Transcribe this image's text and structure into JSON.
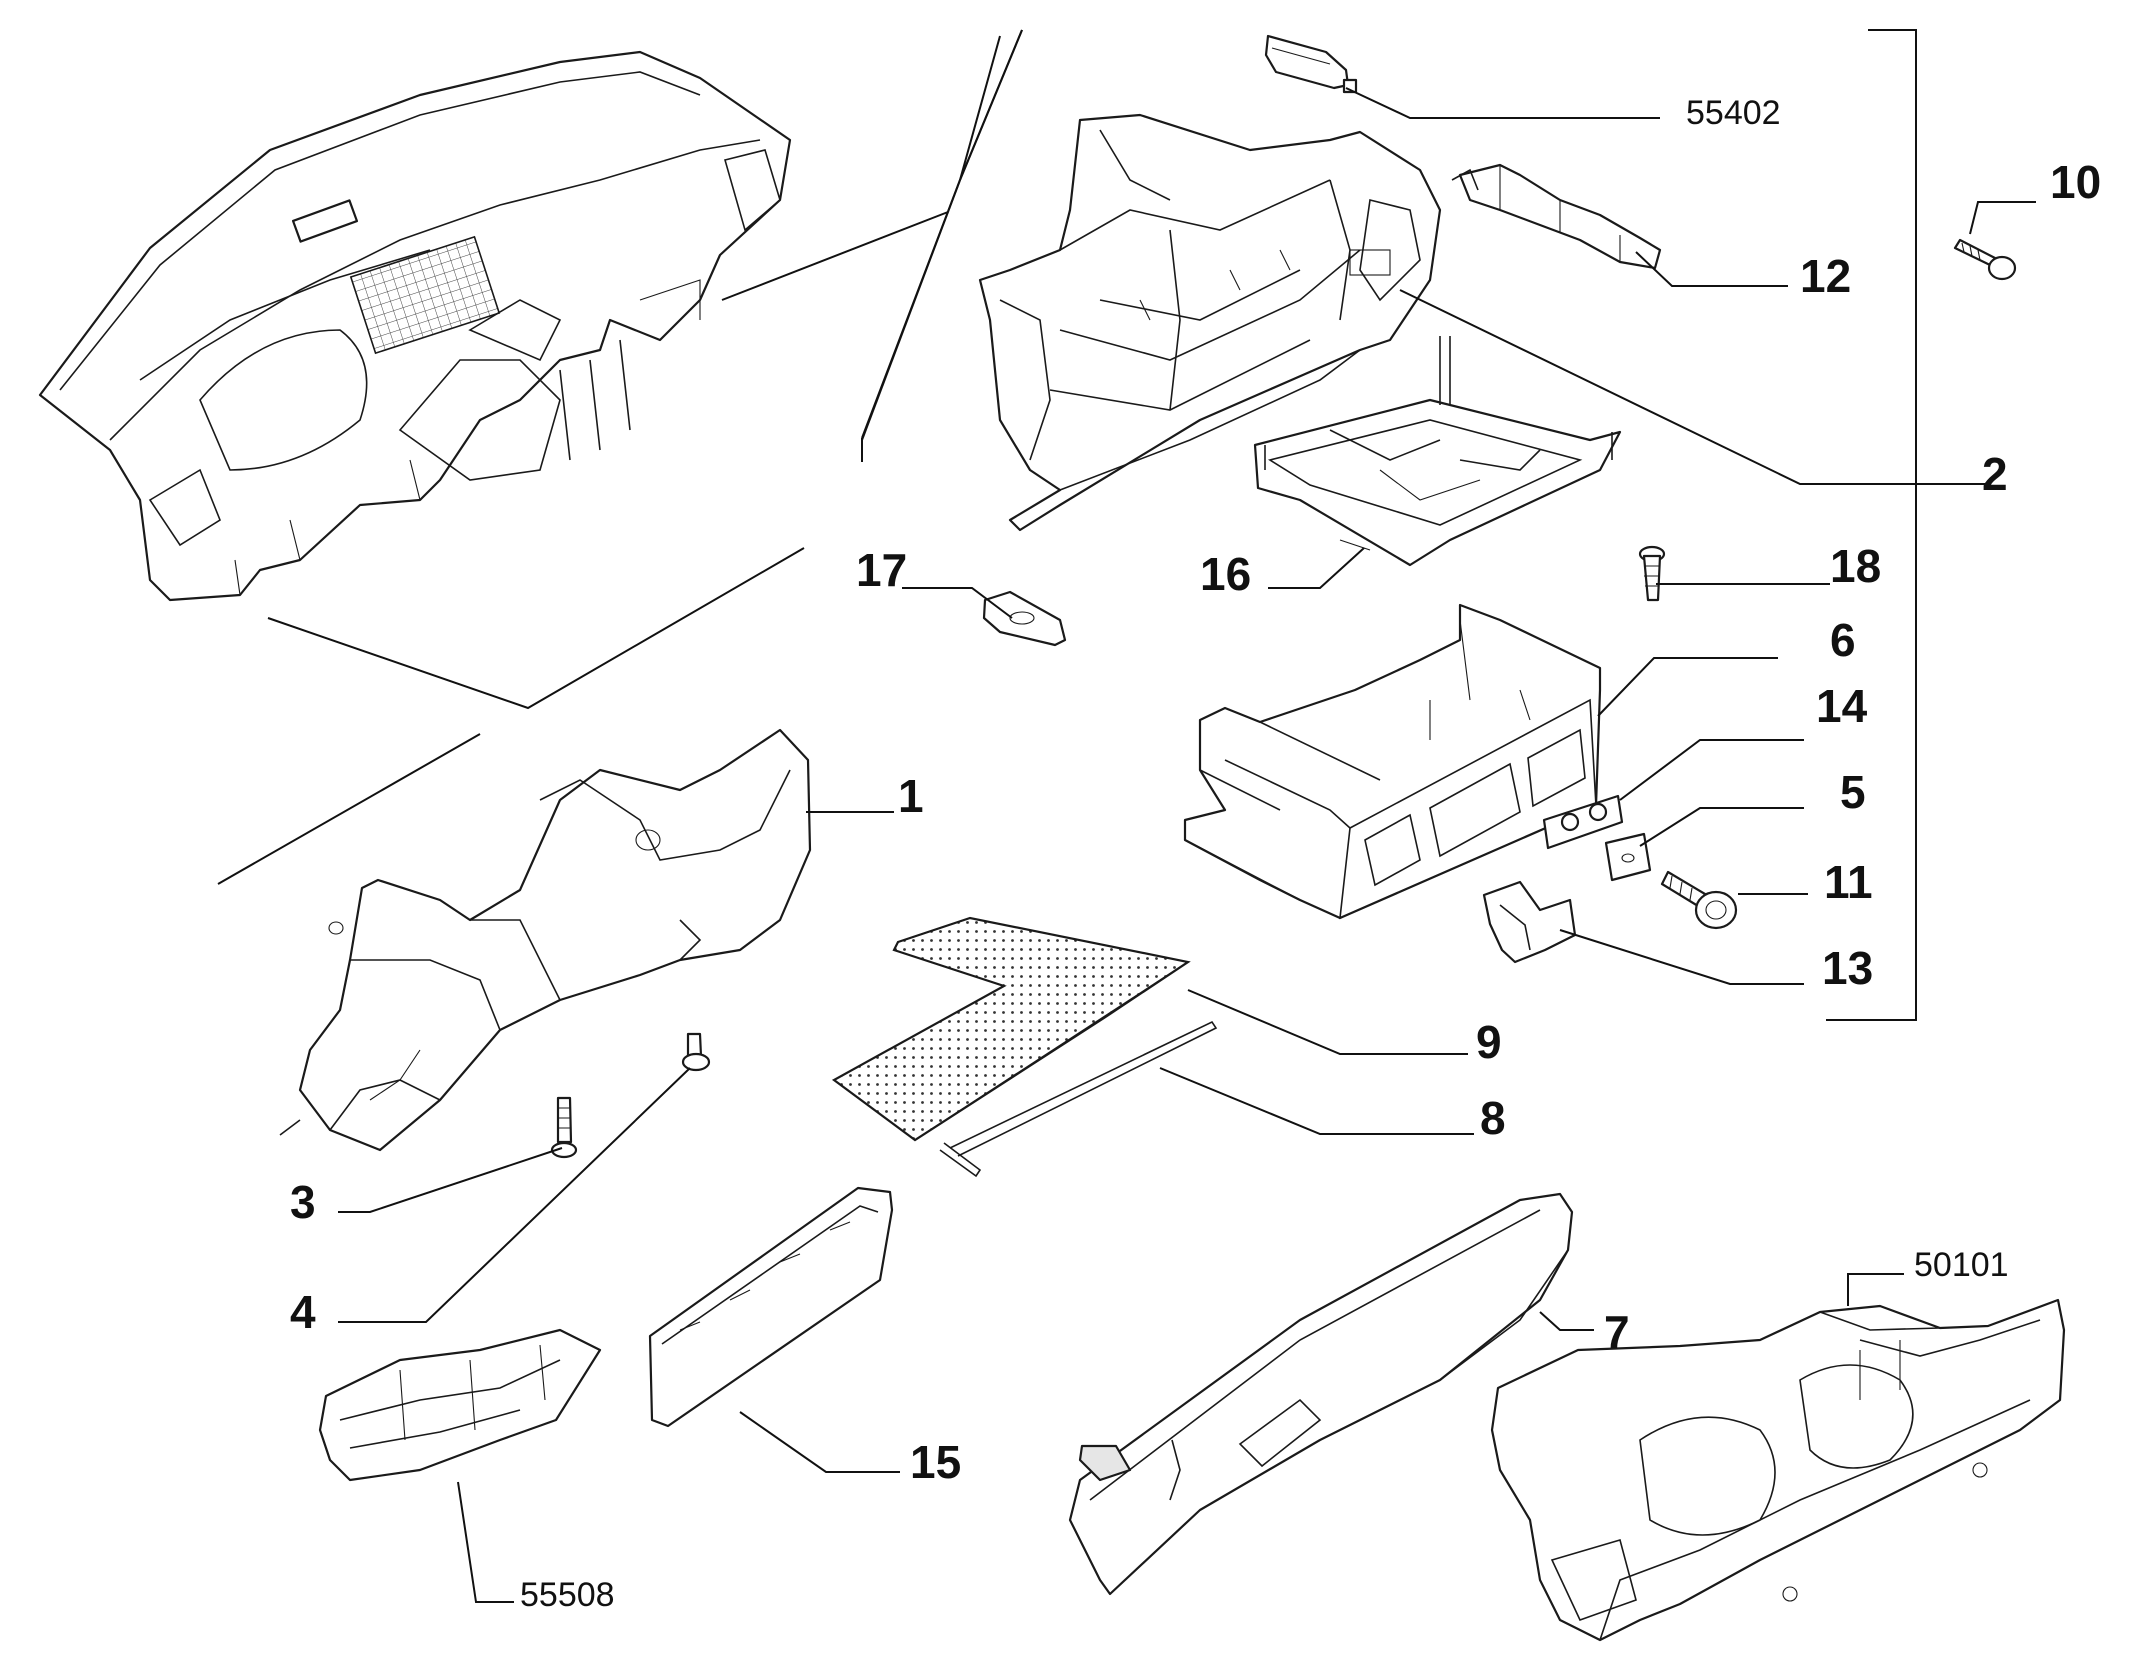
{
  "diagram": {
    "callouts": {
      "c1": "1",
      "c2": "2",
      "c3": "3",
      "c4": "4",
      "c5": "5",
      "c6": "6",
      "c7": "7",
      "c8": "8",
      "c9": "9",
      "c10": "10",
      "c11": "11",
      "c12": "12",
      "c13": "13",
      "c14": "14",
      "c15": "15",
      "c16": "16",
      "c17": "17",
      "c18": "18"
    },
    "references": {
      "r55402": "55402",
      "r55508": "55508",
      "r50101": "50101"
    }
  }
}
